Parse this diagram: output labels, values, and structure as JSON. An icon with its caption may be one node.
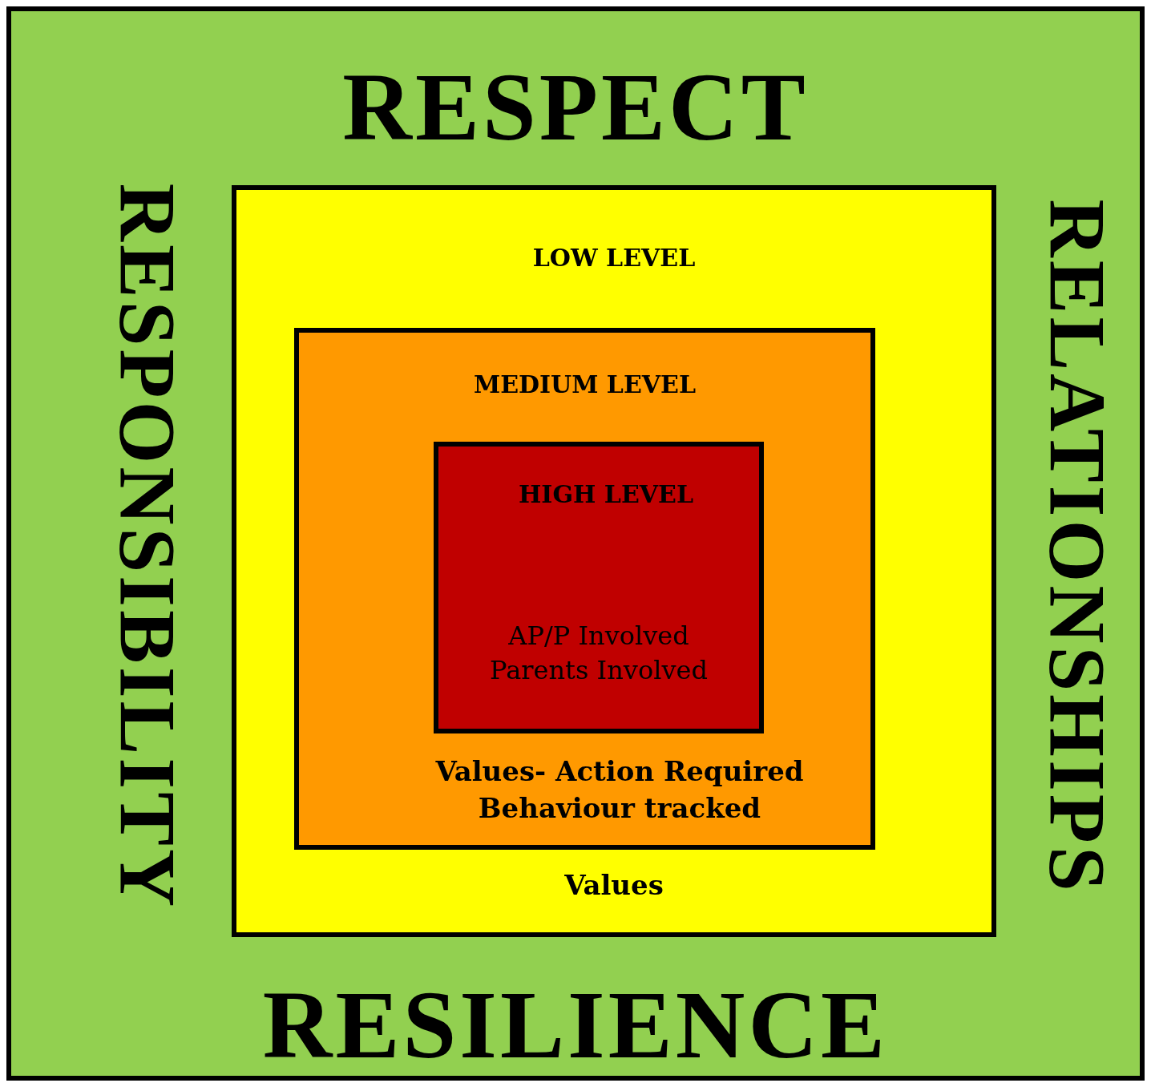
{
  "diagram": {
    "nodes": [
      {
        "text": [
          "RESPECT",
          "RELATIONSHIPS",
          "RESILIENCE",
          "RESPONSIBILITY"
        ]
      },
      {
        "text": [
          "LOW LEVEL",
          "Values"
        ],
        "in": 0
      },
      {
        "text": [
          "MEDIUM LEVEL",
          "Values- Action Required Behaviour tracked"
        ],
        "in": 1
      },
      {
        "text": [
          "HIGH LEVEL",
          "AP/P Involved Parents Involved"
        ],
        "in": 2
      }
    ]
  }
}
